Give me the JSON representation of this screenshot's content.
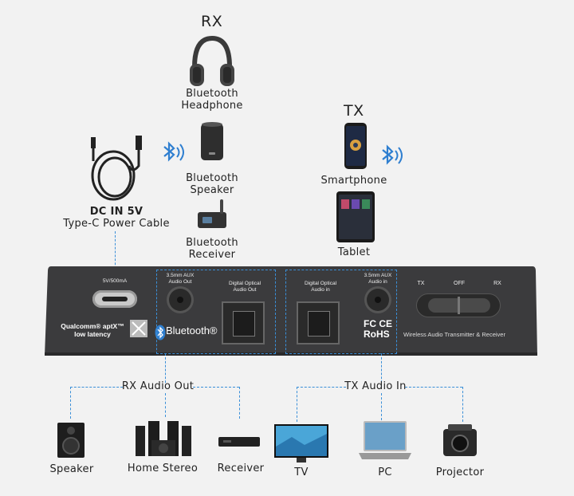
{
  "rx": {
    "title": "RX",
    "headphone": "Bluetooth\nHeadphone",
    "speaker": "Bluetooth\nSpeaker",
    "receiver": "Bluetooth\nReceiver"
  },
  "tx": {
    "title": "TX",
    "smartphone": "Smartphone",
    "tablet": "Tablet"
  },
  "power": {
    "line1": "DC IN 5V",
    "line2": "Type-C Power Cable"
  },
  "device": {
    "port_rating": "5V/500mA",
    "qualcomm": "Qualcomm® aptX™\nlow latency",
    "bluetooth": "Bluetooth®",
    "aux_out": "3.5mm AUX\nAudio Out",
    "optical_out": "Digital Optical\nAudio Out",
    "optical_in": "Digital Optical\nAudio in",
    "aux_in": "3.5mm AUX\nAudio in",
    "switch_tx": "TX",
    "switch_off": "OFF",
    "switch_rx": "RX",
    "cert": "FC CE\nRoHS",
    "product_name": "Wireless Audio Transmitter & Receiver"
  },
  "outputs": {
    "title": "RX Audio Out",
    "items": [
      "Speaker",
      "Home Stereo",
      "Receiver"
    ]
  },
  "inputs": {
    "title": "TX Audio In",
    "items": [
      "TV",
      "PC",
      "Projector"
    ]
  },
  "colors": {
    "accent": "#3a8fd8",
    "device_body": "#3b3b3d",
    "bluetooth": "#2f7fd0"
  }
}
